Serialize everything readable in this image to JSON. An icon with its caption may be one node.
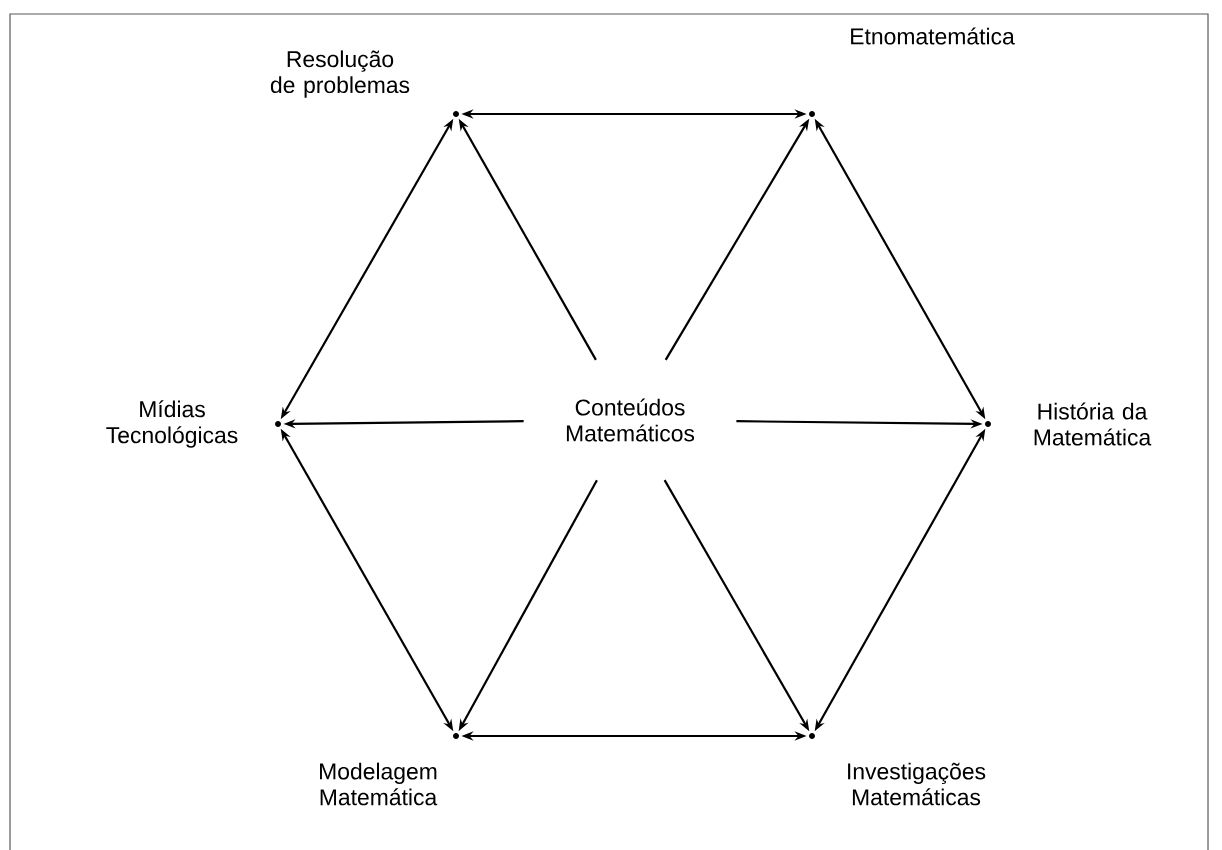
{
  "diagram": {
    "nodes": [
      {
        "text": [],
        "shape": "circle",
        "beside": [
          "Resolução de problemas"
        ]
      },
      {
        "text": [],
        "shape": "circle",
        "beside": [
          "Etnomatemática"
        ]
      },
      {
        "text": [],
        "shape": "circle",
        "beside": [
          "Mídias Tecnológicas"
        ]
      },
      {
        "text": [
          "Conteúdos Matemáticos"
        ]
      },
      {
        "text": [],
        "shape": "circle",
        "beside": [
          "História da Matemática"
        ]
      },
      {
        "text": [],
        "shape": "circle",
        "beside": [
          "Modelagem Matemática"
        ]
      },
      {
        "text": [],
        "shape": "circle",
        "beside": [
          "Investigações Matemáticas"
        ]
      }
    ],
    "edges": [
      {
        "from": 0,
        "to": 1,
        "arrow": "both"
      },
      {
        "from": 1,
        "to": 4,
        "arrow": "both"
      },
      {
        "from": 4,
        "to": 6,
        "arrow": "both"
      },
      {
        "from": 6,
        "to": 5,
        "arrow": "both"
      },
      {
        "from": 5,
        "to": 2,
        "arrow": "both"
      },
      {
        "from": 2,
        "to": 0,
        "arrow": "both"
      },
      {
        "from": 3,
        "to": 0,
        "arrow": "to"
      },
      {
        "from": 3,
        "to": 1,
        "arrow": "to"
      },
      {
        "from": 3,
        "to": 2,
        "arrow": "to"
      },
      {
        "from": 3,
        "to": 4,
        "arrow": "to"
      },
      {
        "from": 3,
        "to": 5,
        "arrow": "to"
      },
      {
        "from": 3,
        "to": 6,
        "arrow": "to"
      }
    ]
  }
}
